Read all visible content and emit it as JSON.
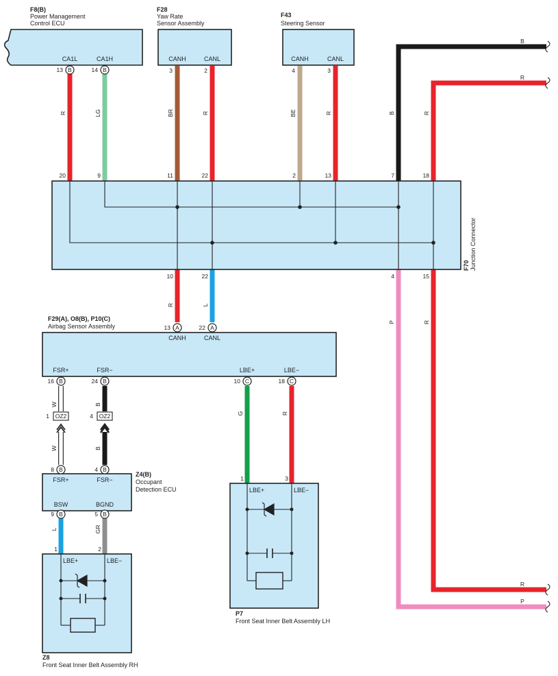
{
  "colors": {
    "R": "#e8232b",
    "LG": "#7ecb9f",
    "BR": "#a65a37",
    "BE": "#bda98c",
    "B": "#1a1a1a",
    "L": "#1aa2e0",
    "P": "#f08cbf",
    "W": "#ffffff",
    "G": "#12a04a",
    "GR": "#8f8f8f",
    "box_fill": "#c8e8f8"
  },
  "components": {
    "f8": {
      "code": "F8(B)",
      "name1": "Power Management",
      "name2": "Control ECU",
      "pins": [
        {
          "label": "CA1L",
          "num": "13",
          "conn": "B"
        },
        {
          "label": "CA1H",
          "num": "14",
          "conn": "B"
        }
      ]
    },
    "f28": {
      "code": "F28",
      "name1": "Yaw Rate",
      "name2": "Sensor Assembly",
      "pins": [
        {
          "label": "CANH",
          "num": "3"
        },
        {
          "label": "CANL",
          "num": "2"
        }
      ]
    },
    "f43": {
      "code": "F43",
      "name1": "Steering Sensor",
      "pins": [
        {
          "label": "CANH",
          "num": "4"
        },
        {
          "label": "CANL",
          "num": "3"
        }
      ]
    },
    "f70": {
      "code": "F70",
      "name": "Junction Connector",
      "top_pins": [
        "20",
        "9",
        "11",
        "22",
        "2",
        "13",
        "7",
        "18"
      ],
      "bottom_pins": [
        "10",
        "22",
        "4",
        "15"
      ]
    },
    "airbag": {
      "code": "F29(A), O8(B), P10(C)",
      "name": "Airbag Sensor Assembly",
      "top_pins": [
        {
          "label": "CANH",
          "num": "13",
          "conn": "A"
        },
        {
          "label": "CANL",
          "num": "22",
          "conn": "A"
        }
      ],
      "bottom_pins": [
        {
          "label": "FSR+",
          "num": "16",
          "conn": "B"
        },
        {
          "label": "FSR−",
          "num": "24",
          "conn": "B"
        },
        {
          "label": "LBE+",
          "num": "10",
          "conn": "C"
        },
        {
          "label": "LBE−",
          "num": "18",
          "conn": "C"
        }
      ]
    },
    "oz2": {
      "label": "OZ2",
      "pin1": "1",
      "pin2": "4"
    },
    "z4": {
      "code": "Z4(B)",
      "name1": "Occupant",
      "name2": "Detection ECU",
      "top_pins": [
        {
          "label": "FSR+",
          "num": "8",
          "conn": "B"
        },
        {
          "label": "FSR−",
          "num": "4",
          "conn": "B"
        }
      ],
      "bottom_pins": [
        {
          "label": "BSW",
          "num": "9",
          "conn": "B"
        },
        {
          "label": "BGND",
          "num": "5",
          "conn": "B"
        }
      ]
    },
    "z8": {
      "code": "Z8",
      "name": "Front Seat Inner Belt Assembly RH",
      "pins": [
        {
          "label": "LBE+",
          "num": "1"
        },
        {
          "label": "LBE−",
          "num": "2"
        }
      ]
    },
    "p7": {
      "code": "P7",
      "name": "Front Seat Inner Belt Assembly LH",
      "pins": [
        {
          "label": "LBE+",
          "num": "1"
        },
        {
          "label": "LBE−",
          "num": "3"
        }
      ]
    }
  },
  "wires": {
    "f8_l": "R",
    "f8_h": "LG",
    "f28_h": "BR",
    "f28_l": "R",
    "f43_h": "BE",
    "f43_l": "R",
    "j7": "B",
    "j18": "R",
    "j10": "R",
    "j22": "L",
    "j4": "P",
    "j15": "R",
    "fsr_p": "W",
    "fsr_m": "B",
    "lbe_p_lh": "G",
    "lbe_m_lh": "R",
    "bsw": "L",
    "bgnd": "GR"
  },
  "offpage": {
    "b": "B",
    "r_top": "R",
    "r_bottom": "R",
    "p": "P"
  }
}
